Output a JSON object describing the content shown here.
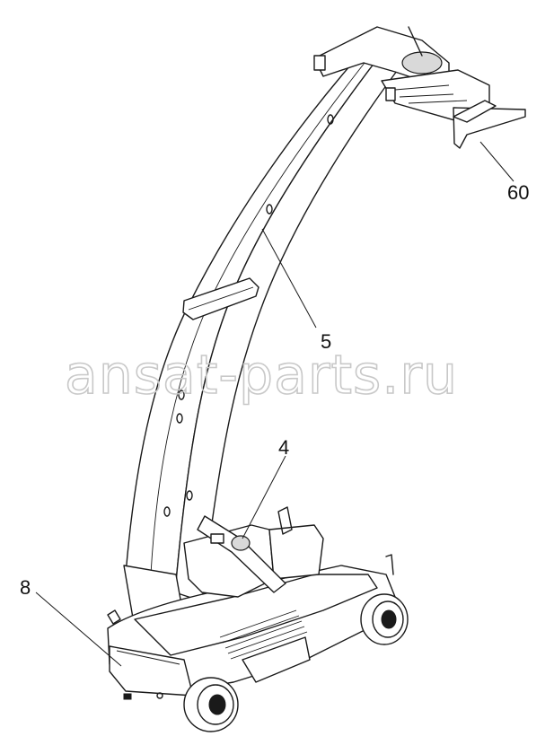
{
  "watermark": {
    "text": "ansat-parts.ru"
  },
  "callouts": [
    {
      "id": "c60",
      "label": "60"
    },
    {
      "id": "c5",
      "label": "5"
    },
    {
      "id": "c4",
      "label": "4"
    },
    {
      "id": "c8",
      "label": "8"
    }
  ]
}
